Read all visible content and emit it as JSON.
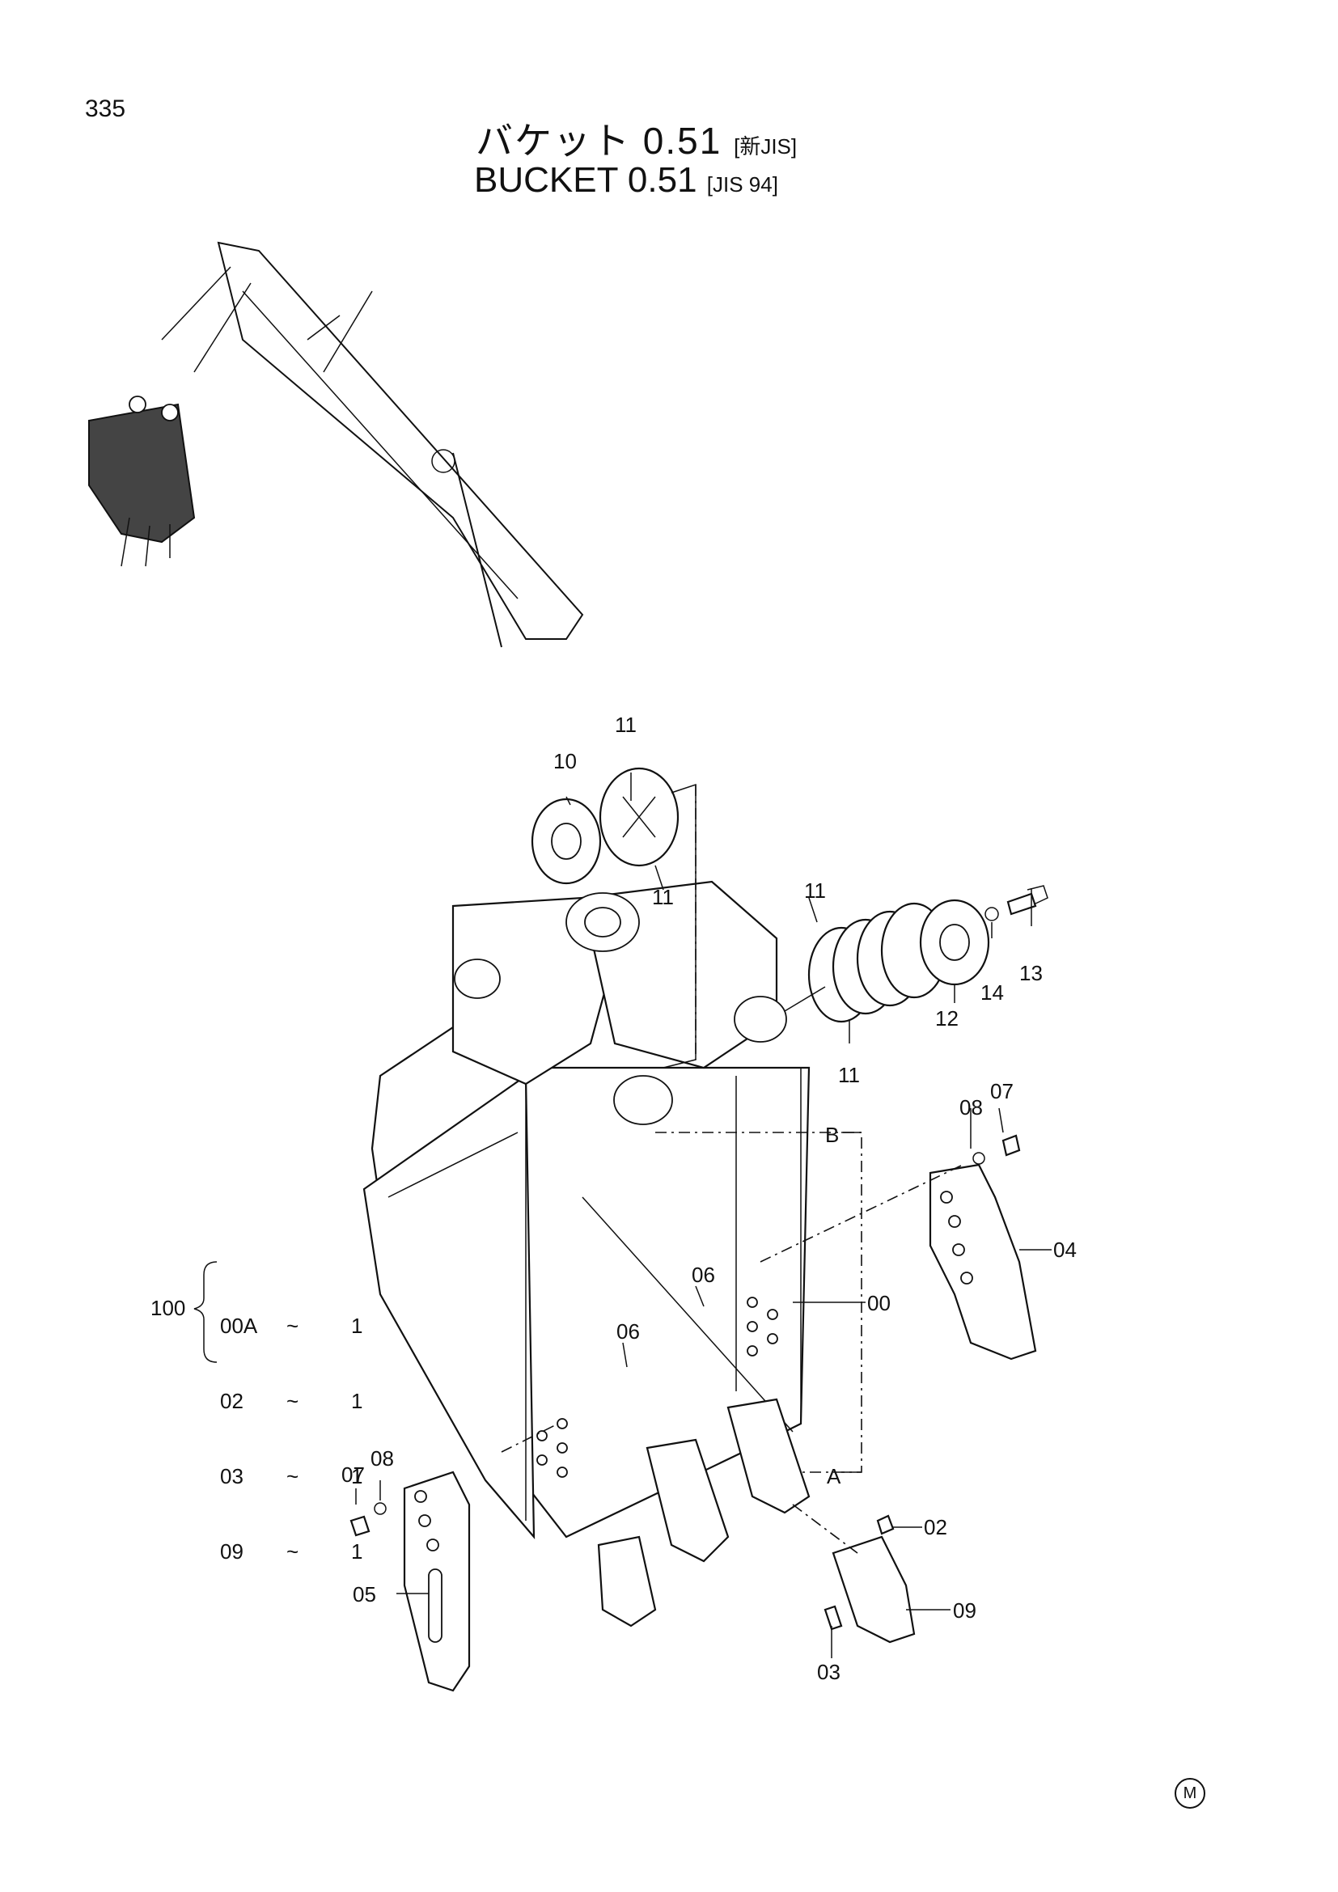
{
  "page": {
    "number": "335"
  },
  "title": {
    "jp_main": "バケット 0.51",
    "jp_sub": "[新JIS]",
    "en_main": "BUCKET  0.51",
    "en_sub": "[JIS 94]"
  },
  "callouts": {
    "c11a": "11",
    "c10": "10",
    "c11b": "11",
    "c11c": "11",
    "c11d": "11",
    "c13": "13",
    "c14": "14",
    "c12": "12",
    "c08a": "08",
    "c07a": "07",
    "cB": "B",
    "c04": "04",
    "c06a": "06",
    "c06b": "06",
    "c00": "00",
    "c07b": "07",
    "c08b": "08",
    "cA": "A",
    "c02": "02",
    "c05": "05",
    "c09": "09",
    "c03": "03"
  },
  "kit": {
    "label": "100",
    "rows": [
      {
        "part": "00A",
        "sep": "~",
        "qty": "1"
      },
      {
        "part": "02",
        "sep": "~",
        "qty": "1"
      },
      {
        "part": "03",
        "sep": "~",
        "qty": "1"
      },
      {
        "part": "09",
        "sep": "~",
        "qty": "1"
      }
    ]
  },
  "corner_mark": "M"
}
